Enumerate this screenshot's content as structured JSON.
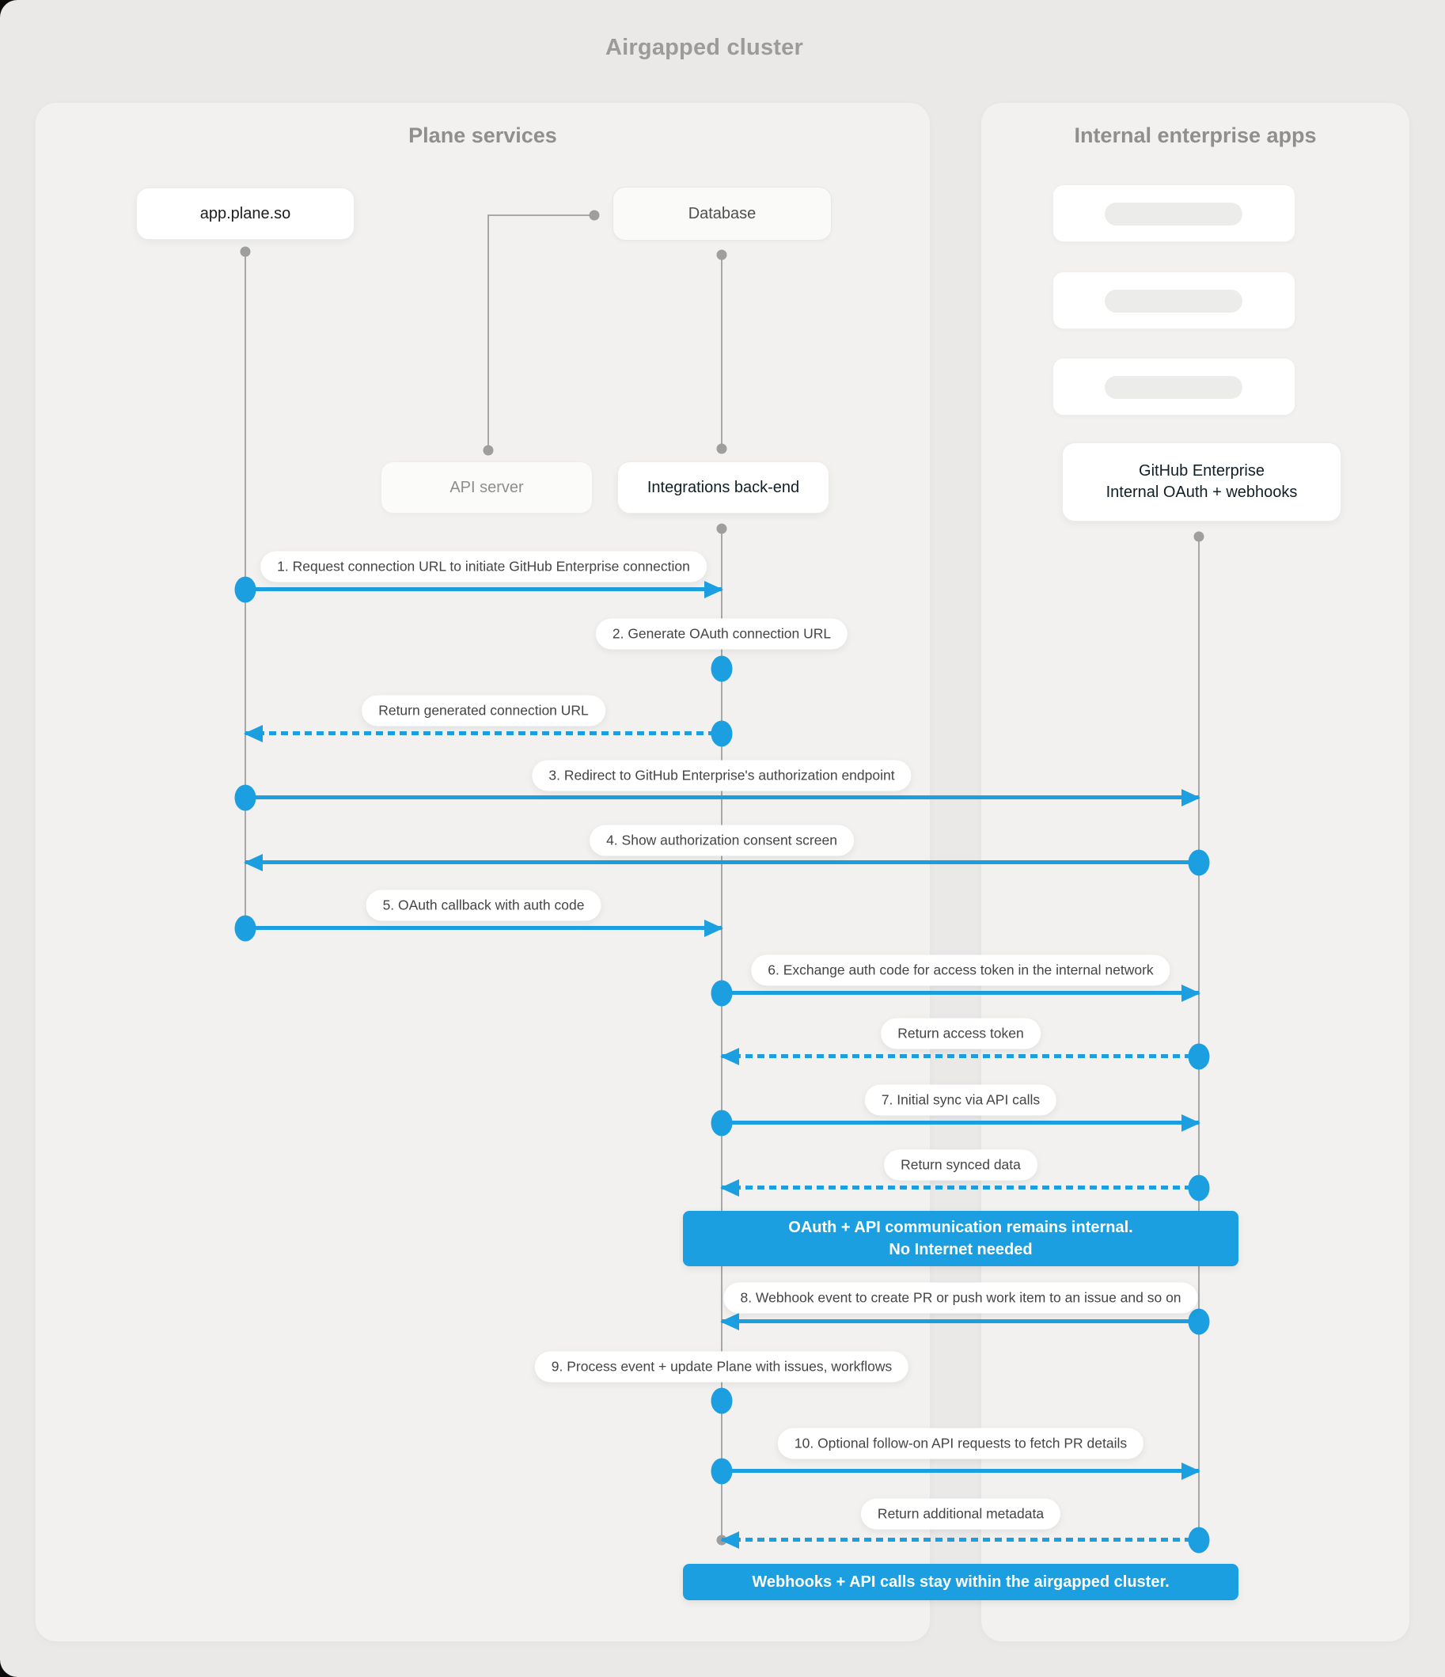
{
  "title": "Airgapped cluster",
  "panels": {
    "plane": {
      "label": "Plane services"
    },
    "internal": {
      "label": "Internal enterprise apps"
    }
  },
  "nodes": {
    "app": "app.plane.so",
    "database": "Database",
    "api_server": "API server",
    "integrations": "Integrations back-end",
    "github_line1": "GitHub Enterprise",
    "github_line2": "Internal OAuth + webhooks"
  },
  "colors": {
    "accent_blue": "#1b9fe0",
    "lifeline_gray": "#a8a8a8",
    "page_background": "#eae9e8",
    "panel_background": "#f2f1ef"
  },
  "diagram_data": {
    "type": "sequence-diagram",
    "lifelines": [
      "app.plane.so",
      "API server",
      "Database",
      "Integrations back-end",
      "GitHub Enterprise Internal OAuth + webhooks"
    ],
    "messages": [
      {
        "label": "1. Request connection URL to initiate GitHub Enterprise connection",
        "from": "app.plane.so",
        "to": "Integrations back-end",
        "style": "solid"
      },
      {
        "label": "2. Generate OAuth connection URL",
        "from": "Integrations back-end",
        "to": "Integrations back-end",
        "style": "self"
      },
      {
        "label": "Return generated connection URL",
        "from": "Integrations back-end",
        "to": "app.plane.so",
        "style": "dashed"
      },
      {
        "label": "3. Redirect to GitHub Enterprise's authorization endpoint",
        "from": "app.plane.so",
        "to": "GitHub Enterprise",
        "style": "solid"
      },
      {
        "label": "4. Show authorization consent screen",
        "from": "GitHub Enterprise",
        "to": "app.plane.so",
        "style": "solid"
      },
      {
        "label": "5. OAuth callback with auth code",
        "from": "app.plane.so",
        "to": "Integrations back-end",
        "style": "solid"
      },
      {
        "label": "6. Exchange auth code for access token in the internal network",
        "from": "Integrations back-end",
        "to": "GitHub Enterprise",
        "style": "solid"
      },
      {
        "label": "Return access token",
        "from": "GitHub Enterprise",
        "to": "Integrations back-end",
        "style": "dashed"
      },
      {
        "label": "7. Initial sync via API calls",
        "from": "Integrations back-end",
        "to": "GitHub Enterprise",
        "style": "solid"
      },
      {
        "label": "Return synced data",
        "from": "GitHub Enterprise",
        "to": "Integrations back-end",
        "style": "dashed"
      },
      {
        "label": "8. Webhook event to create PR  or push work item to an issue  and so on",
        "from": "GitHub Enterprise",
        "to": "Integrations back-end",
        "style": "solid"
      },
      {
        "label": "9. Process event + update Plane with issues, workflows",
        "from": "Integrations back-end",
        "to": "Integrations back-end",
        "style": "self"
      },
      {
        "label": "10. Optional follow-on API requests to fetch PR details",
        "from": "Integrations back-end",
        "to": "GitHub Enterprise",
        "style": "solid"
      },
      {
        "label": "Return additional metadata",
        "from": "GitHub Enterprise",
        "to": "Integrations back-end",
        "style": "dashed"
      }
    ],
    "banners": [
      {
        "line1": "OAuth + API communication remains internal.",
        "line2": "No Internet needed"
      },
      {
        "line1": "Webhooks + API calls stay within the airgapped cluster."
      }
    ]
  }
}
